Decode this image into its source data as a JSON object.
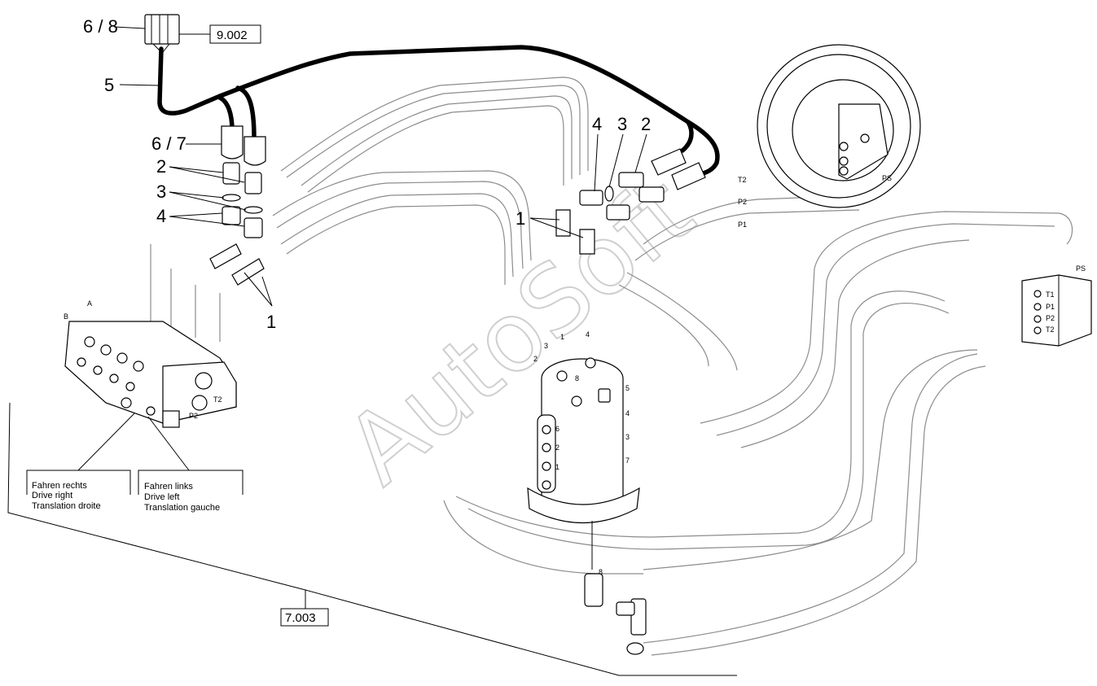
{
  "callouts": {
    "conn_6_8": "6 / 8",
    "ref_9002": "9.002",
    "cable_5": "5",
    "conn_6_7": "6 / 7",
    "left_2": "2",
    "left_3": "3",
    "left_4": "4",
    "left_1": "1",
    "right_4": "4",
    "right_3": "3",
    "right_2": "2",
    "right_1": "1",
    "ref_7003": "7.003"
  },
  "valve_labels": {
    "A": "A",
    "B": "B",
    "P2": "P2",
    "T2": "T2"
  },
  "swivel_labels": {
    "top_1": "1",
    "top_2": "2",
    "top_3": "3",
    "top_4": "4",
    "top_8": "8",
    "side_5": "5",
    "side_4": "4",
    "side_3": "3",
    "side_7": "7",
    "face_6": "6",
    "face_2": "2",
    "face_1": "1",
    "bottom_8": "8"
  },
  "motor_labels": {
    "T2": "T2",
    "P2": "P2",
    "P1": "P1",
    "PS": "PS"
  },
  "block_labels": {
    "PS": "PS",
    "T1": "T1",
    "P1": "P1",
    "P2": "P2",
    "T2": "T2"
  },
  "captions": {
    "right": {
      "de": "Fahren rechts",
      "en": "Drive right",
      "fr": "Translation droite"
    },
    "left": {
      "de": "Fahren links",
      "en": "Drive left",
      "fr": "Translation gauche"
    }
  },
  "watermark": "AutoSoft"
}
